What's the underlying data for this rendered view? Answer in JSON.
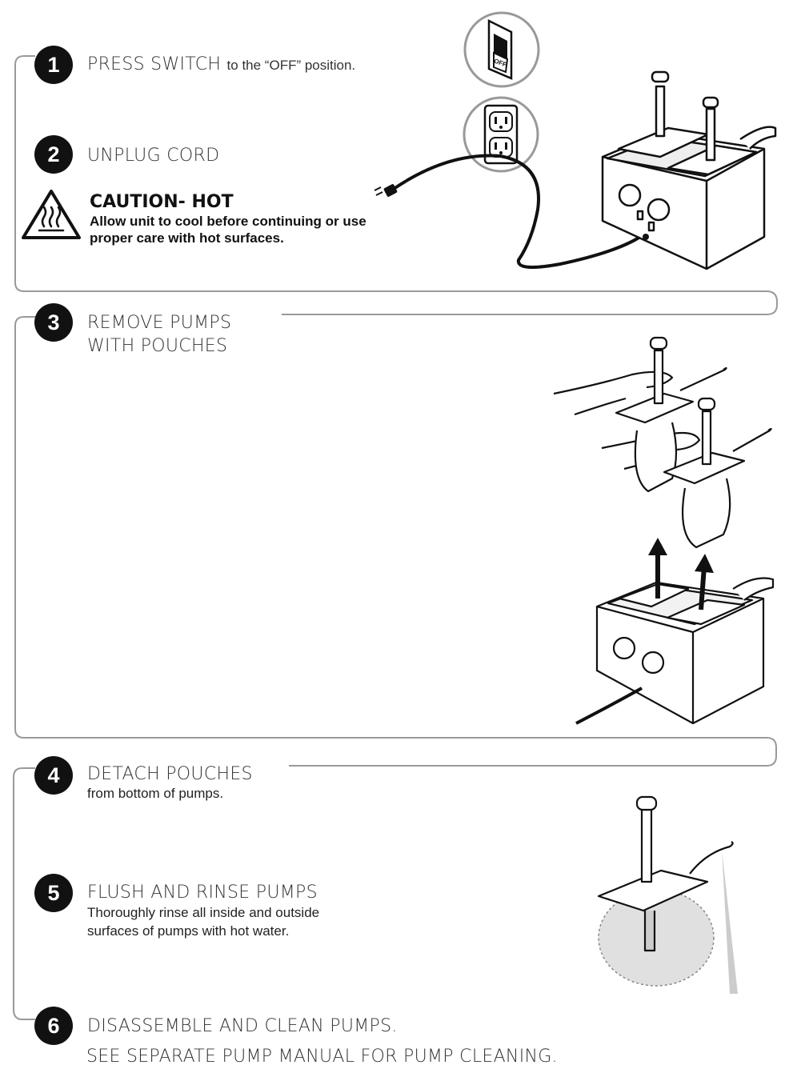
{
  "steps": [
    {
      "number": "1",
      "title": "PRESS SWITCH",
      "title_suffix": "to the “OFF” position."
    },
    {
      "number": "2",
      "title": "UNPLUG CORD"
    },
    {
      "number": "3",
      "title_line1": "REMOVE PUMPS",
      "title_line2": "WITH POUCHES"
    },
    {
      "number": "4",
      "title": "DETACH POUCHES",
      "subtitle": "from bottom of pumps."
    },
    {
      "number": "5",
      "title": "FLUSH AND RINSE PUMPS",
      "subtitle_line1": "Thoroughly rinse all inside and outside",
      "subtitle_line2": "surfaces of pumps with hot water."
    },
    {
      "number": "6",
      "title": "DISASSEMBLE AND CLEAN PUMPS."
    }
  ],
  "caution": {
    "title": "CAUTION- HOT",
    "line1": "Allow unit to cool before continuing or use",
    "line2": "proper care with hot surfaces."
  },
  "switch_label": "OFF",
  "footer_note": "SEE SEPARATE PUMP MANUAL FOR PUMP CLEANING."
}
